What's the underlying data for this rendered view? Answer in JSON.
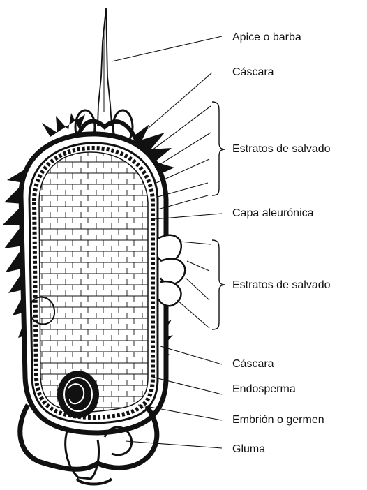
{
  "diagram": {
    "labels": [
      {
        "id": "apice",
        "text": "Apice o barba"
      },
      {
        "id": "cascara-top",
        "text": "Cáscara"
      },
      {
        "id": "estratos-top",
        "text": "Estratos de salvado"
      },
      {
        "id": "capa",
        "text": "Capa aleurónica"
      },
      {
        "id": "estratos-mid",
        "text": "Estratos de salvado"
      },
      {
        "id": "cascara-bottom",
        "text": "Cáscara"
      },
      {
        "id": "endosperma",
        "text": "Endosperma"
      },
      {
        "id": "embrion",
        "text": "Embrión o germen"
      },
      {
        "id": "gluma",
        "text": "Gluma"
      }
    ]
  },
  "colors": {
    "ink": "#111111",
    "paper": "#ffffff"
  }
}
